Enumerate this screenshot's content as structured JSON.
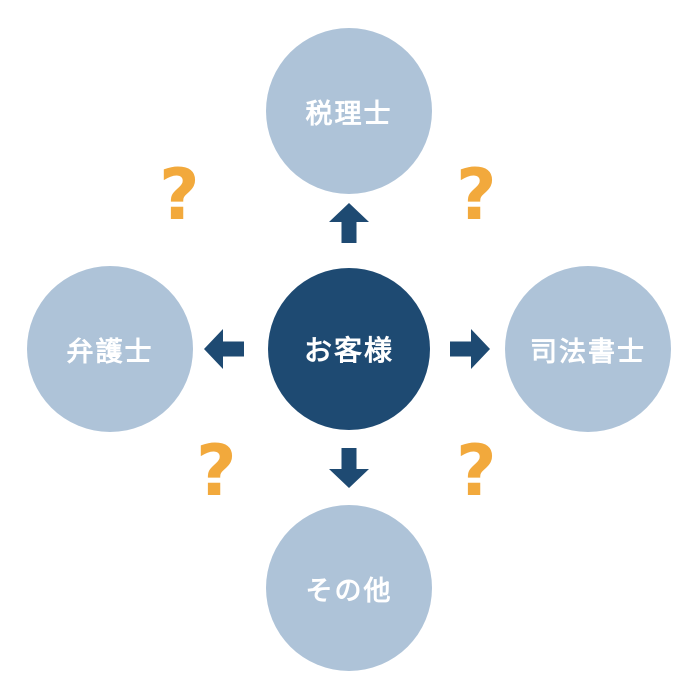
{
  "diagram": {
    "center": {
      "label": "お客様"
    },
    "nodes": [
      {
        "position": "top",
        "label": "税理士"
      },
      {
        "position": "right",
        "label": "司法書士"
      },
      {
        "position": "bottom",
        "label": "その他"
      },
      {
        "position": "left",
        "label": "弁護士"
      }
    ],
    "question_mark": "?",
    "colors": {
      "background": "#ffffff",
      "center_fill": "#1e4a72",
      "node_fill": "#aec3d8",
      "arrow": "#1e4a72",
      "question": "#f2a93c",
      "label_text": "#ffffff"
    }
  }
}
